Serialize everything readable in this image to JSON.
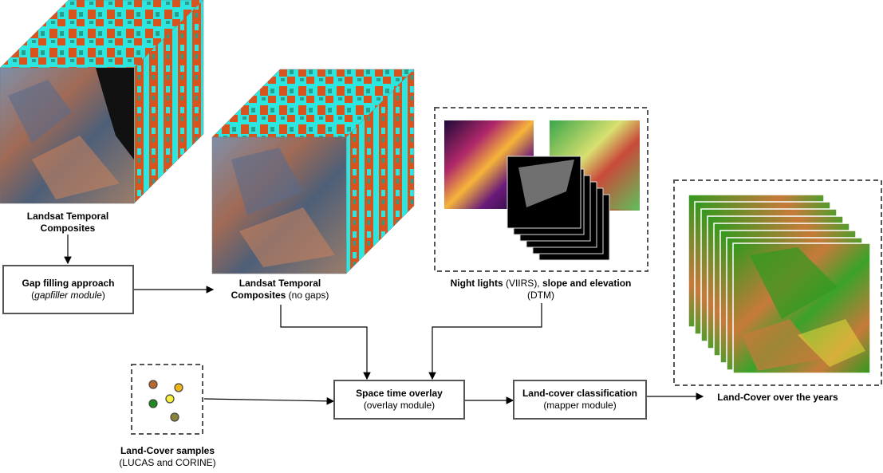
{
  "nodes": {
    "landsat_raw": {
      "line1": "Landsat Temporal",
      "line2": "Composites"
    },
    "gap_filling": {
      "title": "Gap filling approach",
      "paren_open": "(",
      "module": "gapfiller module",
      "paren_close": ")"
    },
    "landsat_filled": {
      "line1": "Landsat Temporal",
      "line2_bold": "Composites",
      "line2_rest": " (no gaps)"
    },
    "covariates": {
      "bold1": "Night lights",
      "plain1": " (VIIRS), ",
      "bold2": "slope and elevation",
      "line2": "(DTM)"
    },
    "samples": {
      "line1": "Land-Cover samples",
      "line2": "(LUCAS and CORINE)"
    },
    "overlay": {
      "title": "Space time overlay",
      "module": "(overlay module)"
    },
    "classification": {
      "title": "Land-cover classification",
      "module": "(mapper module)"
    },
    "output": {
      "label": "Land-Cover over the years"
    }
  },
  "sample_dot_colors": [
    "#b8682c",
    "#f1b519",
    "#f5f03a",
    "#1e8a22",
    "#8c8438"
  ],
  "colors": {
    "border": "#555555",
    "cube_cyan": "#2ee6e0",
    "cube_orange": "#d8541e",
    "lc_green": "#2f9a1f",
    "lc_brown": "#c77a3a",
    "lc_yellow": "#e8e43a"
  }
}
